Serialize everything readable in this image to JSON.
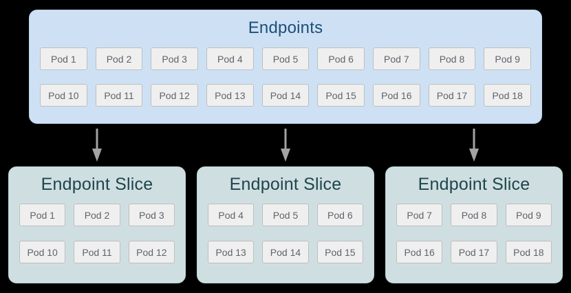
{
  "colors": {
    "background": "#000000",
    "endpoints_box_bg": "#cee1f4",
    "endpoints_title_text": "#1d4e79",
    "slice_box_bg": "#cfdfe1",
    "slice_title_text": "#1f444c",
    "pod_bg": "#efefef",
    "pod_border": "#bdbdbd",
    "pod_text": "#5f6368",
    "arrow": "#a3a3a3"
  },
  "endpoints": {
    "title": "Endpoints",
    "pods": [
      "Pod 1",
      "Pod 2",
      "Pod 3",
      "Pod 4",
      "Pod 5",
      "Pod 6",
      "Pod 7",
      "Pod 8",
      "Pod 9",
      "Pod 10",
      "Pod 11",
      "Pod 12",
      "Pod 13",
      "Pod 14",
      "Pod 15",
      "Pod 16",
      "Pod 17",
      "Pod 18"
    ]
  },
  "slices": [
    {
      "title": "Endpoint Slice",
      "pods": [
        "Pod 1",
        "Pod 2",
        "Pod 3",
        "Pod 10",
        "Pod 11",
        "Pod 12"
      ]
    },
    {
      "title": "Endpoint Slice",
      "pods": [
        "Pod 4",
        "Pod 5",
        "Pod 6",
        "Pod 13",
        "Pod 14",
        "Pod 15"
      ]
    },
    {
      "title": "Endpoint Slice",
      "pods": [
        "Pod 7",
        "Pod 8",
        "Pod 9",
        "Pod 16",
        "Pod 17",
        "Pod 18"
      ]
    }
  ]
}
